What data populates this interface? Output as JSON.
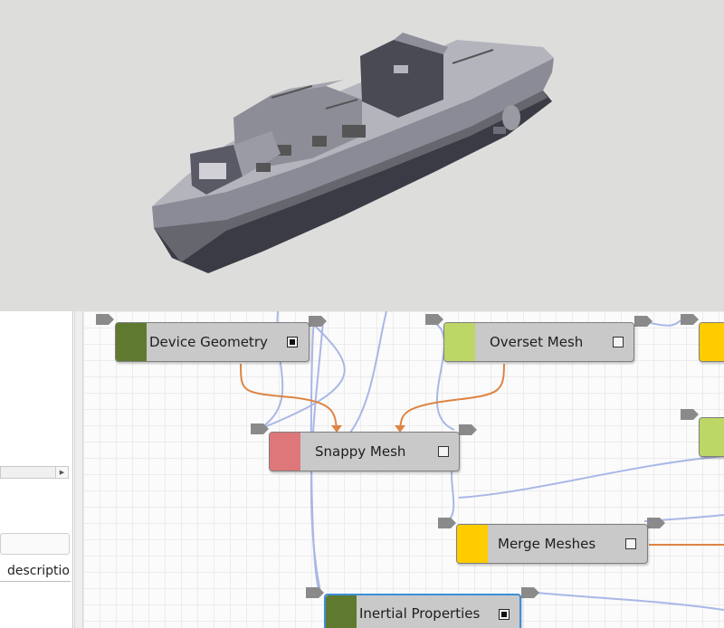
{
  "viewport": {
    "background": "#dddddc",
    "model": "boat-hull-model"
  },
  "left_panel": {
    "description_label": "descriptio"
  },
  "graph": {
    "nodes": [
      {
        "label": "Device Geometry",
        "color": "#5f7a2f",
        "checked": true
      },
      {
        "label": "Overset Mesh",
        "color": "#bcd765",
        "checked": false
      },
      {
        "label": "Snappy Mesh",
        "color": "#dd777a",
        "checked": false
      },
      {
        "label": "Merge Meshes",
        "color": "#ffcc00",
        "checked": false
      },
      {
        "label": "Inertial Properties",
        "color": "#5f7a2f",
        "checked": true,
        "selected": true
      }
    ],
    "wire_colors": {
      "flow": "#a9b7e6",
      "data": "#dd8443"
    }
  }
}
